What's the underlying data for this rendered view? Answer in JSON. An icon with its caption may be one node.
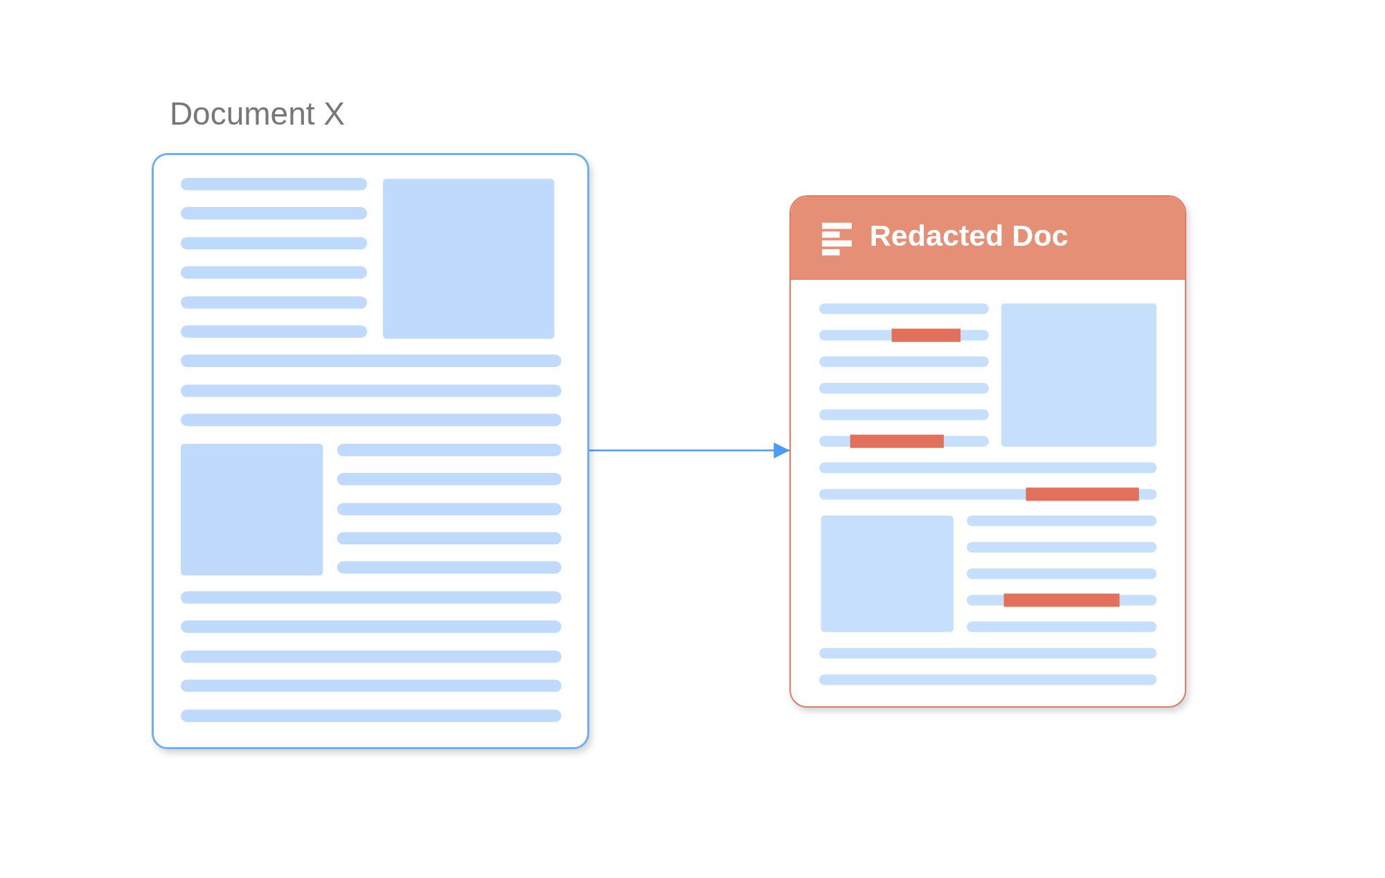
{
  "diagram": {
    "nodes": [
      {
        "text": [
          "Document X"
        ]
      },
      {
        "text": [
          "Redacted Doc"
        ]
      }
    ],
    "edges": [
      {
        "from": 0,
        "to": 1,
        "arrow": "to"
      }
    ]
  }
}
